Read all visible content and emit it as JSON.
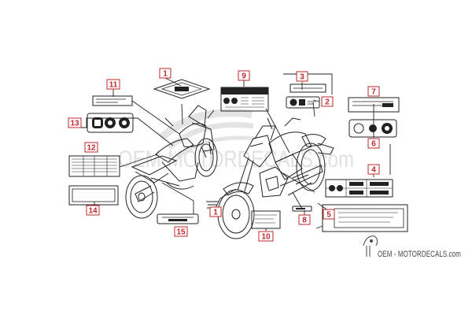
{
  "diagram": {
    "type": "parts decal location diagram",
    "callout_color": "#c0282c",
    "line_color": "#222222",
    "callouts": [
      {
        "id": "1a",
        "label": "1"
      },
      {
        "id": "1b",
        "label": "1"
      },
      {
        "id": "2",
        "label": "2"
      },
      {
        "id": "3",
        "label": "3"
      },
      {
        "id": "4",
        "label": "4"
      },
      {
        "id": "5",
        "label": "5"
      },
      {
        "id": "6",
        "label": "6"
      },
      {
        "id": "7",
        "label": "7"
      },
      {
        "id": "8",
        "label": "8"
      },
      {
        "id": "9",
        "label": "9"
      },
      {
        "id": "10",
        "label": "10"
      },
      {
        "id": "11",
        "label": "11"
      },
      {
        "id": "12",
        "label": "12"
      },
      {
        "id": "13",
        "label": "13"
      },
      {
        "id": "14",
        "label": "14"
      },
      {
        "id": "15",
        "label": "15"
      }
    ]
  },
  "watermark": {
    "text": "OEM-MOTORDECALS.com",
    "brand": "OEM - MOTORDECALS.com"
  }
}
